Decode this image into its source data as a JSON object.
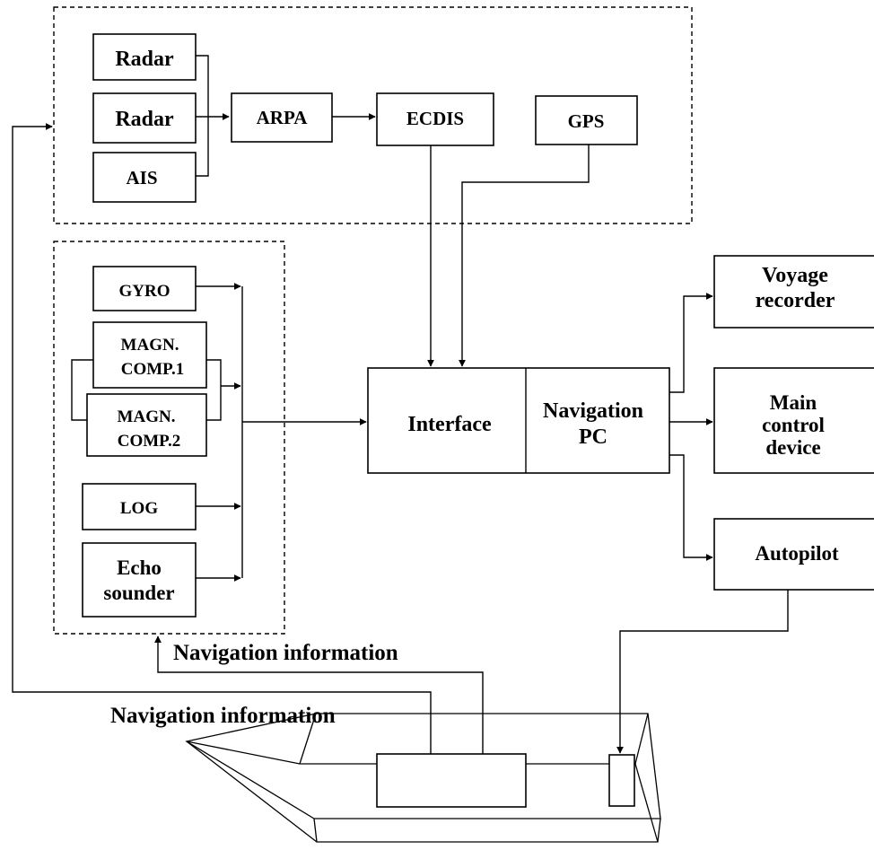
{
  "sensor_group": {
    "radar_1": "Radar",
    "radar_2": "Radar",
    "ais": "AIS",
    "arpa": "ARPA",
    "ecdis": "ECDIS",
    "gps": "GPS"
  },
  "instrument_group": {
    "gyro": "GYRO",
    "magn_comp_1": [
      "MAGN.",
      "COMP.1"
    ],
    "magn_comp_2": [
      "MAGN.",
      "COMP.2"
    ],
    "log": "LOG",
    "echo_sounder": [
      "Echo",
      "sounder"
    ]
  },
  "center": {
    "interface": "Interface",
    "navigation_pc": [
      "Navigation",
      "PC"
    ]
  },
  "outputs": {
    "voyage_recorder": [
      "Voyage",
      "recorder"
    ],
    "main_control_device": [
      "Main",
      "control",
      "device"
    ],
    "autopilot": "Autopilot"
  },
  "feedback": {
    "nav_info_upper": "Navigation  information",
    "nav_info_lower": "Navigation  information"
  }
}
